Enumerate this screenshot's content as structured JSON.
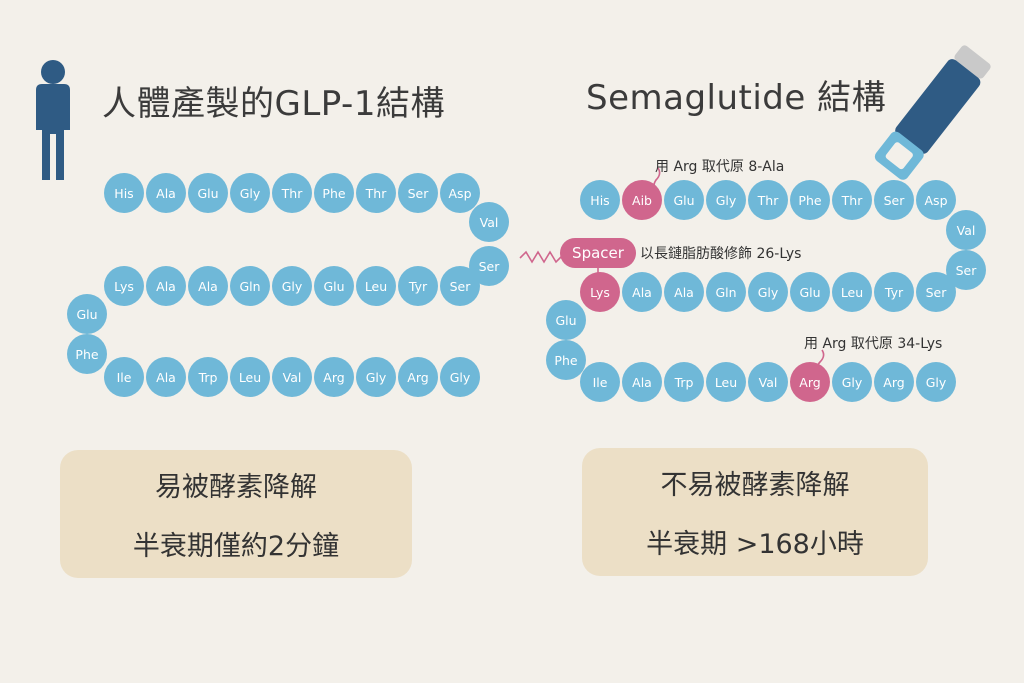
{
  "left": {
    "title": "人體產製的GLP-1結構",
    "row1": [
      "His",
      "Ala",
      "Glu",
      "Gly",
      "Thr",
      "Phe",
      "Thr",
      "Ser",
      "Asp"
    ],
    "bend_right": [
      "Val",
      "Ser"
    ],
    "row2": [
      "Lys",
      "Ala",
      "Ala",
      "Gln",
      "Gly",
      "Glu",
      "Leu",
      "Tyr",
      "Ser"
    ],
    "bend_left": [
      "Glu",
      "Phe"
    ],
    "row3": [
      "Ile",
      "Ala",
      "Trp",
      "Leu",
      "Val",
      "Arg",
      "Gly",
      "Arg",
      "Gly"
    ],
    "box_line1": "易被酵素降解",
    "box_line2": "半衰期僅約2分鐘"
  },
  "right": {
    "title": "Semaglutide 結構",
    "row1": [
      "His",
      "Aib",
      "Glu",
      "Gly",
      "Thr",
      "Phe",
      "Thr",
      "Ser",
      "Asp"
    ],
    "bend_right": [
      "Val",
      "Ser"
    ],
    "row2": [
      "Lys",
      "Ala",
      "Ala",
      "Gln",
      "Gly",
      "Glu",
      "Leu",
      "Tyr",
      "Ser"
    ],
    "bend_left": [
      "Glu",
      "Phe"
    ],
    "row3": [
      "Ile",
      "Ala",
      "Trp",
      "Leu",
      "Val",
      "Arg",
      "Gly",
      "Arg",
      "Gly"
    ],
    "highlight_row1_index": 1,
    "highlight_row2_index": 0,
    "highlight_row3_index": 5,
    "annotation_aib": "用 Arg 取代原 8-Ala",
    "spacer_label": "Spacer",
    "annotation_spacer": "以長鏈脂肪酸修飾 26-Lys",
    "annotation_arg": "用 Arg 取代原 34-Lys",
    "box_line1": "不易被酵素降解",
    "box_line2": "半衰期 >168小時"
  },
  "colors": {
    "residue": "#6fb8d8",
    "modified": "#d0668d",
    "box": "#ecdfc6",
    "icon": "#2f5b84"
  },
  "icons": [
    "person-icon",
    "injection-pen-icon"
  ]
}
